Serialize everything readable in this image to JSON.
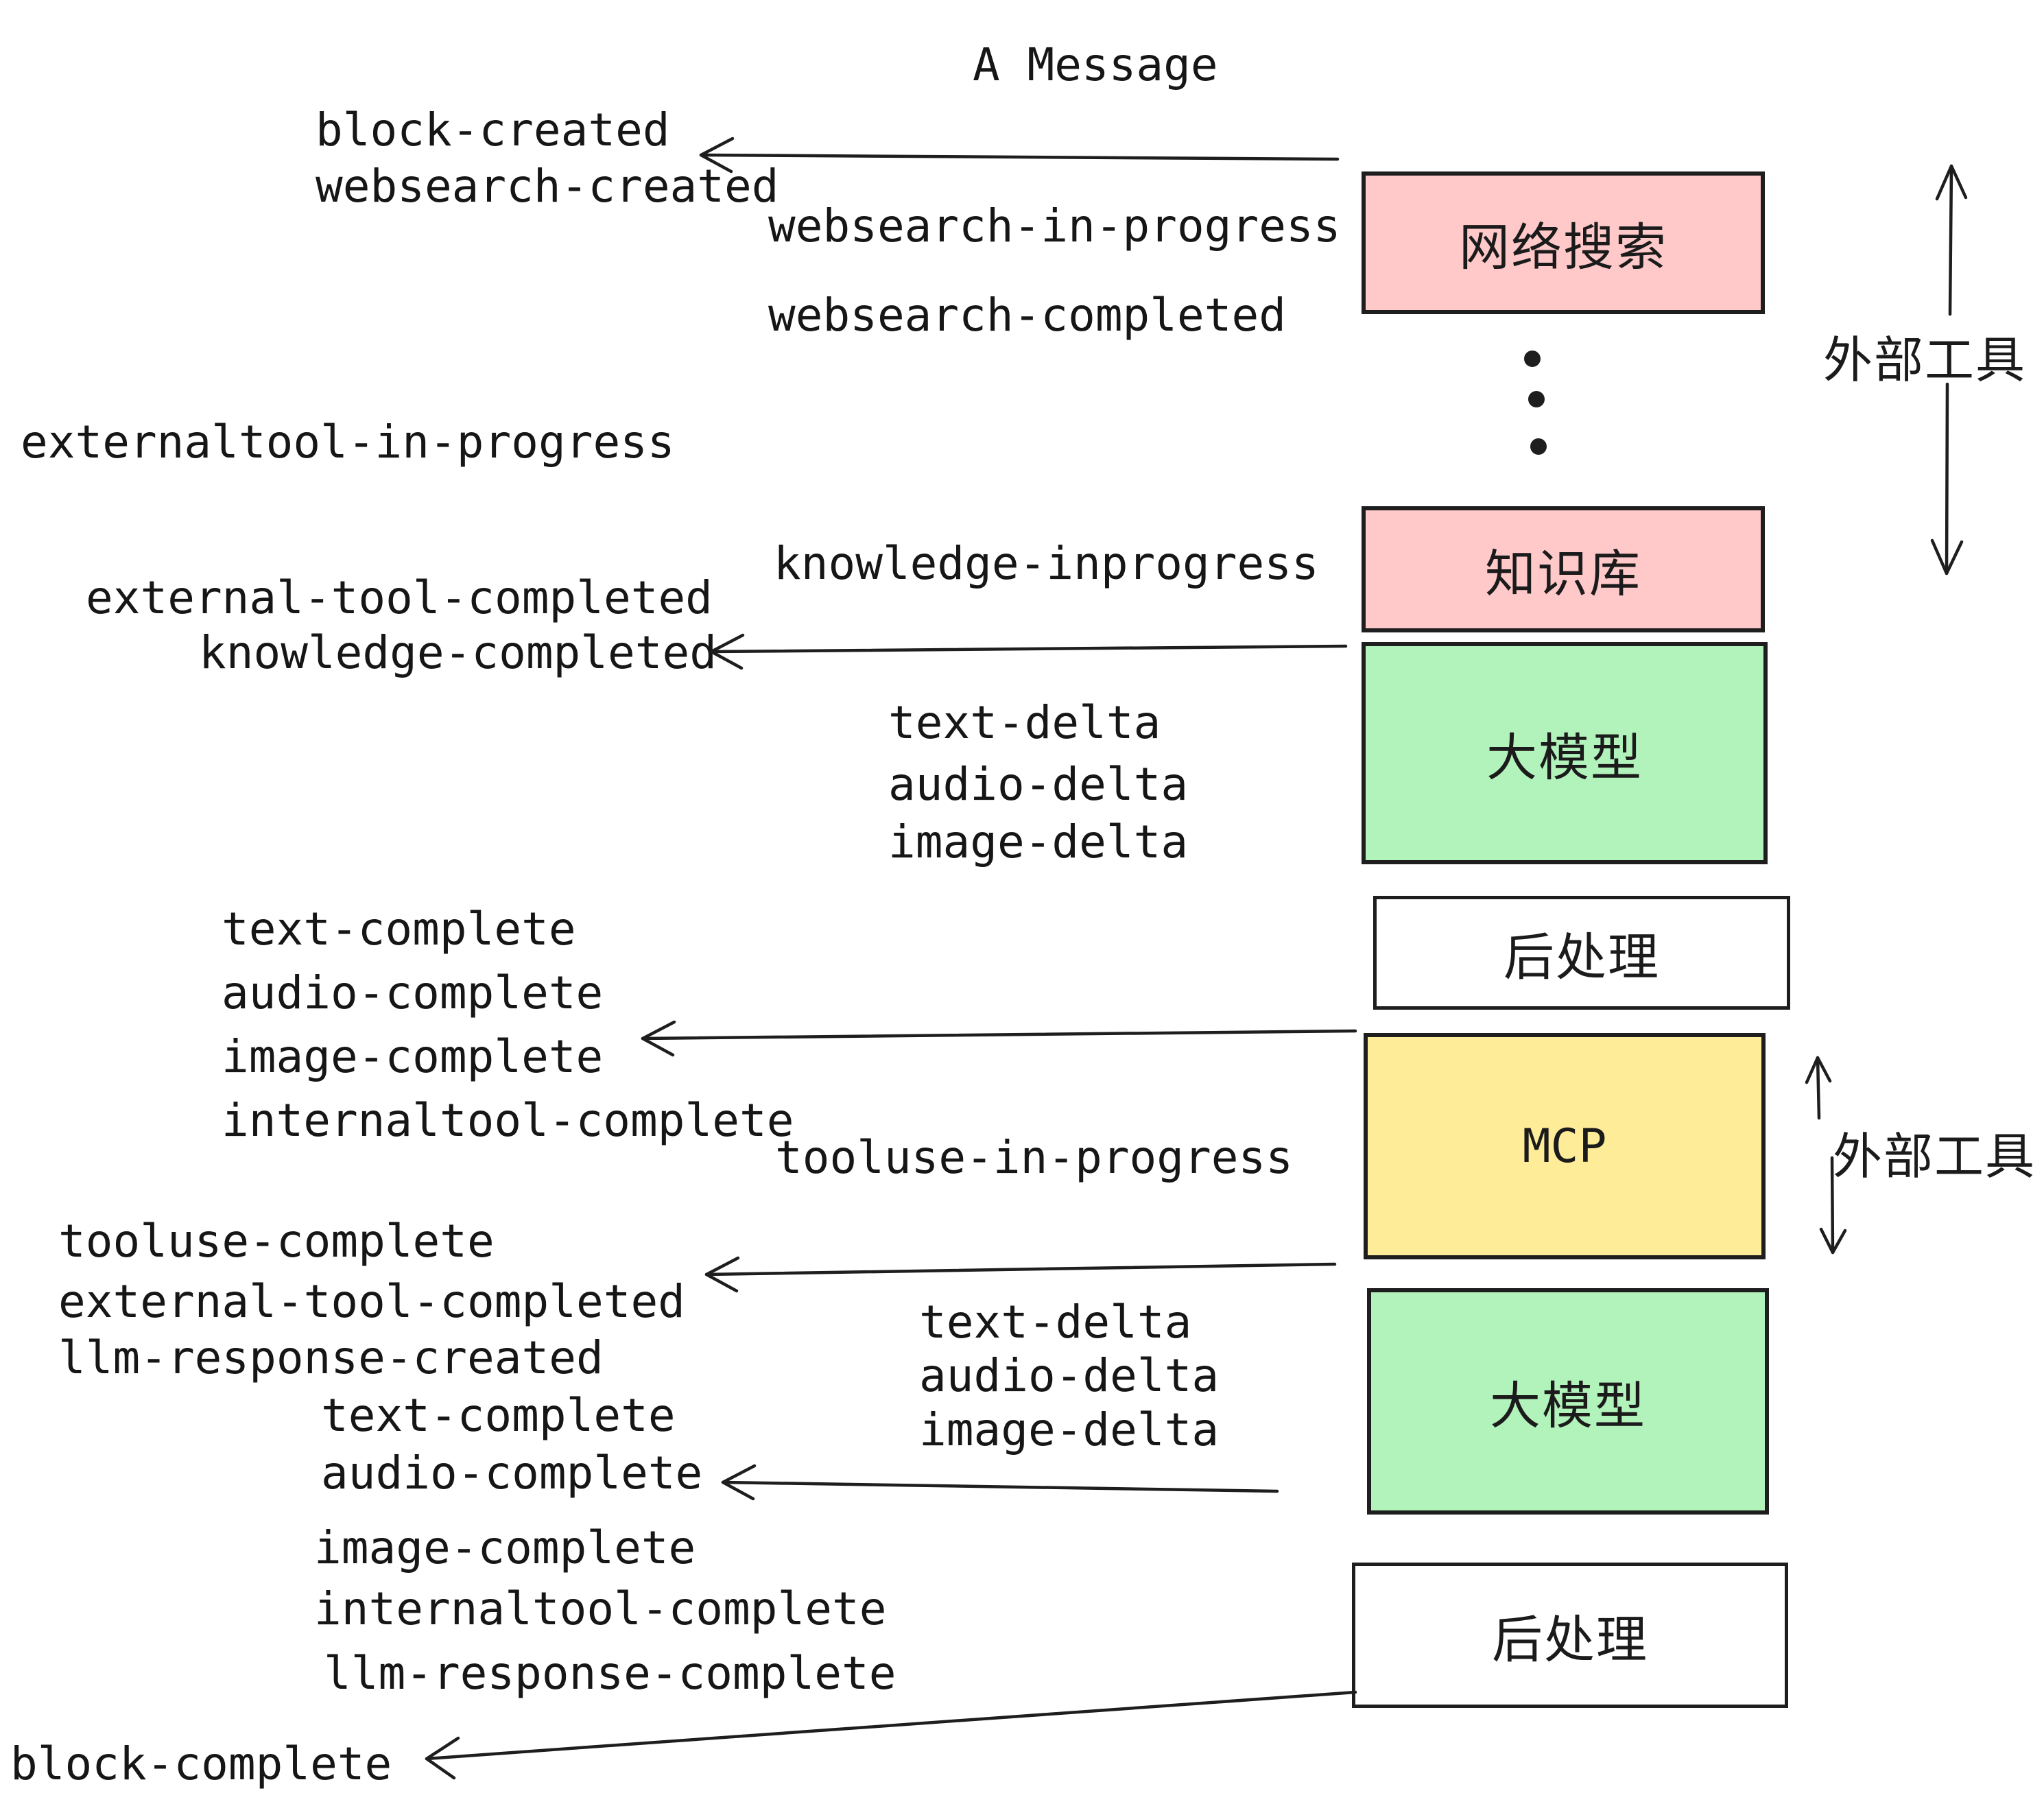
{
  "title": "A Message",
  "colors": {
    "pink": "#ffc9c9",
    "green": "#b2f2bb",
    "yellow": "#ffec99",
    "white": "#ffffff",
    "stroke": "#1e1e1e"
  },
  "labels": {
    "block_created": "block-created",
    "websearch_created": "websearch-created",
    "websearch_in_progress": "websearch-in-progress",
    "websearch_completed": "websearch-completed",
    "externaltool_in_progress": "externaltool-in-progress",
    "knowledge_inprogress": "knowledge-inprogress",
    "external_tool_completed": "external-tool-completed",
    "knowledge_completed": "knowledge-completed",
    "text_delta": "text-delta",
    "audio_delta": "audio-delta",
    "image_delta": "image-delta",
    "text_complete": "text-complete",
    "audio_complete": "audio-complete",
    "image_complete": "image-complete",
    "internaltool_complete": "internaltool-complete",
    "tooluse_in_progress": "tooluse-in-progress",
    "tooluse_complete": "tooluse-complete",
    "llm_response_created": "llm-response-created",
    "llm_response_complete": "llm-response-complete",
    "block_complete": "block-complete"
  },
  "boxes": {
    "websearch": {
      "label": "网络搜索",
      "color": "pink"
    },
    "knowledge": {
      "label": "知识库",
      "color": "pink"
    },
    "llm1": {
      "label": "大模型",
      "color": "green"
    },
    "post1": {
      "label": "后处理",
      "color": "white"
    },
    "mcp": {
      "label": "MCP",
      "color": "yellow"
    },
    "llm2": {
      "label": "大模型",
      "color": "green"
    },
    "post2": {
      "label": "后处理",
      "color": "white"
    }
  },
  "annotations": {
    "external_tools": "外部工具"
  }
}
